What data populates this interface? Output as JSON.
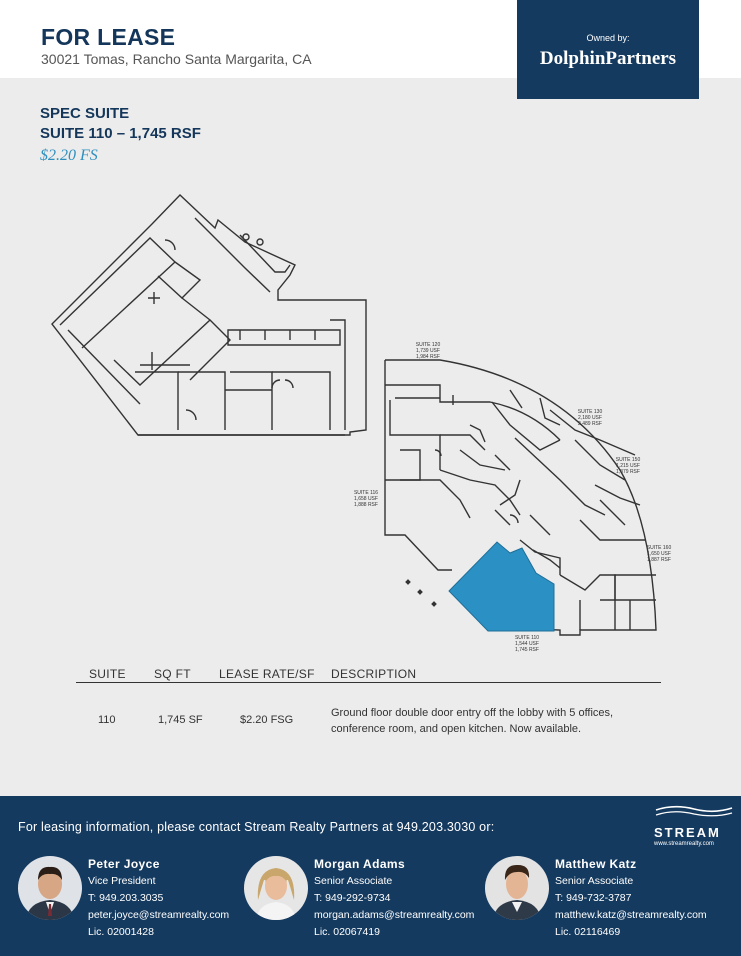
{
  "header": {
    "title": "FOR LEASE",
    "address": "30021 Tomas, Rancho Santa Margarita, CA"
  },
  "owner": {
    "label": "Owned by:",
    "name": "DolphinPartners"
  },
  "suite": {
    "line1": "SPEC SUITE",
    "line2": "SUITE 110 – 1,745 RSF",
    "rate": "$2.20 FS"
  },
  "floorplan": {
    "labels": [
      {
        "suite": "SUITE 120",
        "usf": "1,739 USF",
        "rsf": "1,984 RSF"
      },
      {
        "suite": "SUITE 130",
        "usf": "2,180 USF",
        "rsf": "2,489 RSF"
      },
      {
        "suite": "SUITE 150",
        "usf": "1,215 USF",
        "rsf": "1,379 RSF"
      },
      {
        "suite": "SUITE 116",
        "usf": "1,658 USF",
        "rsf": "1,888 RSF"
      },
      {
        "suite": "SUITE 160",
        "usf": "1,650 USF",
        "rsf": "1,887 RSF"
      },
      {
        "suite": "SUITE 110",
        "usf": "1,544 USF",
        "rsf": "1,745 RSF"
      }
    ],
    "highlight_color": "#2b90c4"
  },
  "table": {
    "headers": [
      "SUITE",
      "SQ FT",
      "LEASE RATE/SF",
      "DESCRIPTION"
    ],
    "rows": [
      {
        "suite": "110",
        "sqft": "1,745 SF",
        "rate": "$2.20 FSG",
        "desc1": "Ground floor double door entry off the lobby with 5 offices,",
        "desc2": "conference room, and open kitchen. Now available."
      }
    ]
  },
  "footer": {
    "contact": "For leasing information, please contact Stream Realty Partners at 949.203.3030 or:",
    "logo_word": "STREAM",
    "logo_url": "www.streamrealty.com",
    "agents": [
      {
        "name": "Peter Joyce",
        "title": "Vice President",
        "phone": "T: 949.203.3035",
        "email": "peter.joyce@streamrealty.com",
        "license": "Lic. 02001428"
      },
      {
        "name": "Morgan Adams",
        "title": "Senior Associate",
        "phone": "T: 949-292-9734",
        "email": "morgan.adams@streamrealty.com",
        "license": "Lic. 02067419"
      },
      {
        "name": "Matthew Katz",
        "title": "Senior Associate",
        "phone": "T: 949-732-3787",
        "email": "matthew.katz@streamrealty.com",
        "license": "Lic. 02116469"
      }
    ]
  },
  "colors": {
    "navy": "#153a5f",
    "accent_blue": "#2e8fbf",
    "background": "#ececec"
  }
}
